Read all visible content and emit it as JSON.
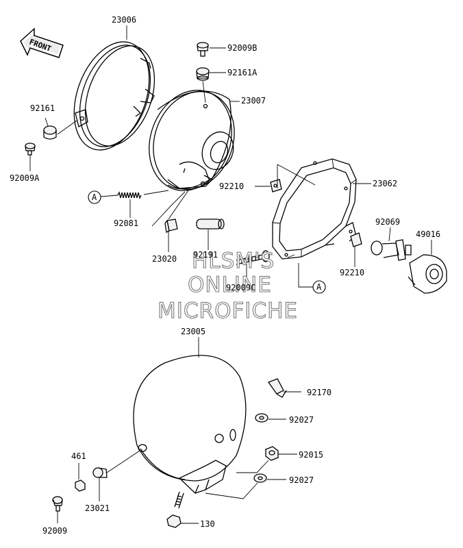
{
  "front_label": "FRONT",
  "ref_marker": "A",
  "watermark": {
    "line1": "HLSM'S",
    "line2": "ONLINE",
    "line3": "MICROFICHE"
  },
  "parts": {
    "p23006": "23006",
    "p92009B": "92009B",
    "p92161A": "92161A",
    "p23007": "23007",
    "p92161": "92161",
    "p92009A": "92009A",
    "p92210_top": "92210",
    "p23062": "23062",
    "p92081": "92081",
    "p92069": "92069",
    "p49016": "49016",
    "p92191": "92191",
    "p23020": "23020",
    "p92009C": "92009C",
    "p92210_bottom": "92210",
    "p23005": "23005",
    "p92170": "92170",
    "p92027_top": "92027",
    "p92015": "92015",
    "p92027_bottom": "92027",
    "p461": "461",
    "p23021": "23021",
    "p92009": "92009",
    "p130": "130"
  }
}
